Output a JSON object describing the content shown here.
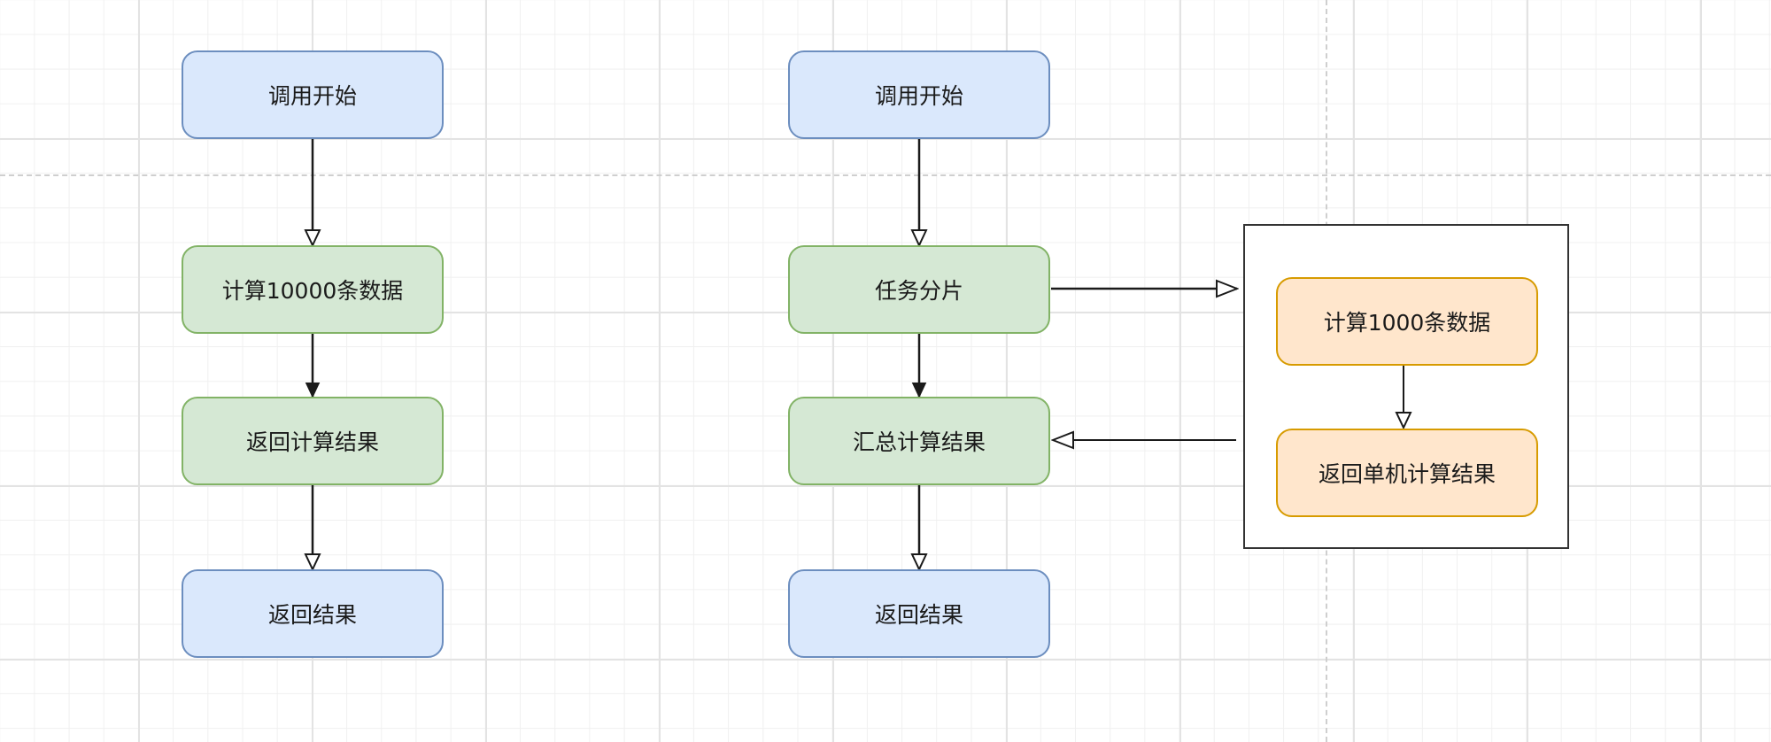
{
  "flow_left": {
    "start": "调用开始",
    "compute": "计算10000条数据",
    "return_compute": "返回计算结果",
    "return_result": "返回结果"
  },
  "flow_right": {
    "start": "调用开始",
    "shard": "任务分片",
    "aggregate": "汇总计算结果",
    "return_result": "返回结果"
  },
  "worker_group": {
    "compute": "计算1000条数据",
    "return_single": "返回单机计算结果"
  },
  "colors": {
    "blue_fill": "#dae8fc",
    "blue_stroke": "#6c8ebf",
    "green_fill": "#d5e8d4",
    "green_stroke": "#82b366",
    "orange_fill": "#ffe6cc",
    "orange_stroke": "#d79b00",
    "edge": "#1a1a1a"
  }
}
